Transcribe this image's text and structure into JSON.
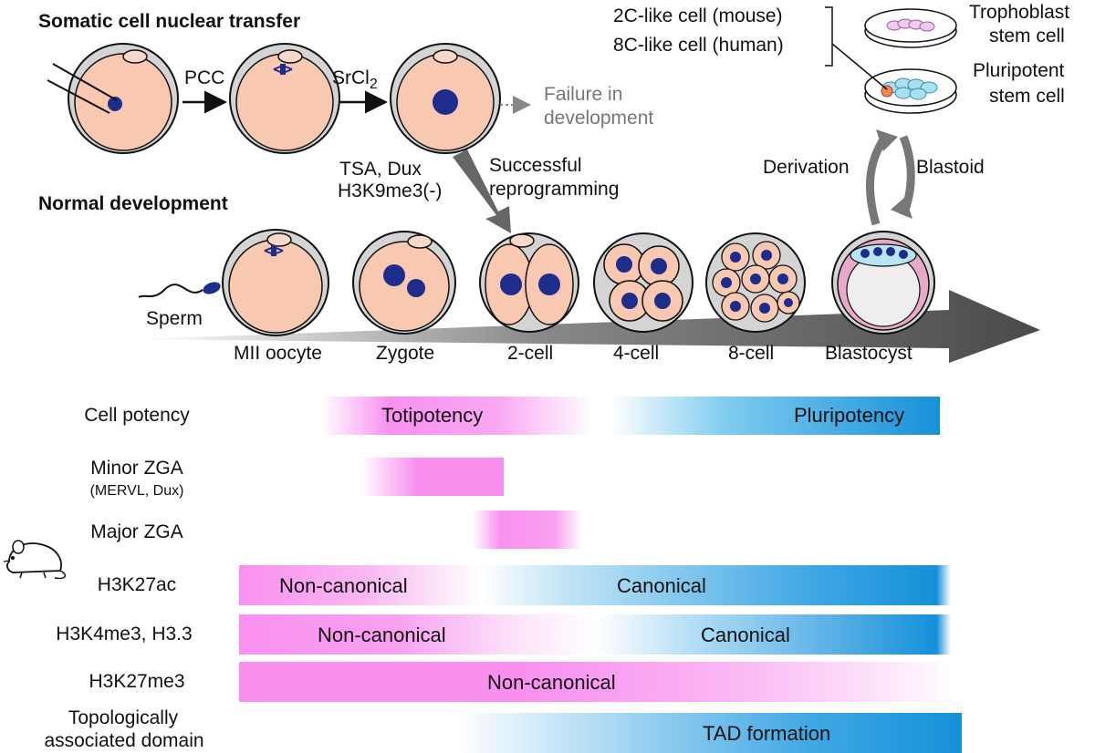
{
  "scnt": {
    "title": "Somatic cell nuclear transfer",
    "pcc": "PCC",
    "srcl_main": "SrCl",
    "srcl_sub": "2",
    "failure_line1": "Failure in",
    "failure_line2": "development",
    "tsa_line1": "TSA, Dux",
    "tsa_line2": "H3K9me3(-)",
    "success_line1": "Successful",
    "success_line2": "reprogramming"
  },
  "stem": {
    "mouse": "2C-like cell (mouse)",
    "human": "8C-like cell (human)",
    "troph_line1": "Trophoblast",
    "troph_line2": "stem cell",
    "pluri_line1": "Pluripotent",
    "pluri_line2": "stem cell",
    "derivation": "Derivation",
    "blastoid": "Blastoid"
  },
  "normal": {
    "title": "Normal development",
    "sperm": "Sperm",
    "stages": [
      "MII oocyte",
      "Zygote",
      "2-cell",
      "4-cell",
      "8-cell",
      "Blastocyst"
    ]
  },
  "rows": {
    "potency": {
      "label": "Cell potency",
      "toti": "Totipotency",
      "pluri": "Pluripotency"
    },
    "minor": {
      "label": "Minor ZGA",
      "sublabel": "(MERVL, Dux)"
    },
    "major": {
      "label": "Major ZGA"
    },
    "h3k27ac": {
      "label": "H3K27ac",
      "left": "Non-canonical",
      "right": "Canonical"
    },
    "h3k4me3": {
      "label": "H3K4me3, H3.3",
      "left": "Non-canonical",
      "right": "Canonical"
    },
    "h3k27me3": {
      "label": "H3K27me3",
      "center": "Non-canonical"
    },
    "tad": {
      "label_line1": "Topologically",
      "label_line2": "associated domain",
      "center": "TAD formation"
    }
  },
  "colors": {
    "pink": "#f990f0",
    "blue": "#1590d8",
    "cell": "#f8c8b0",
    "zona": "#d4d4d4",
    "nucleus": "#1e2d8c"
  },
  "icons": [
    "mouse-icon"
  ]
}
